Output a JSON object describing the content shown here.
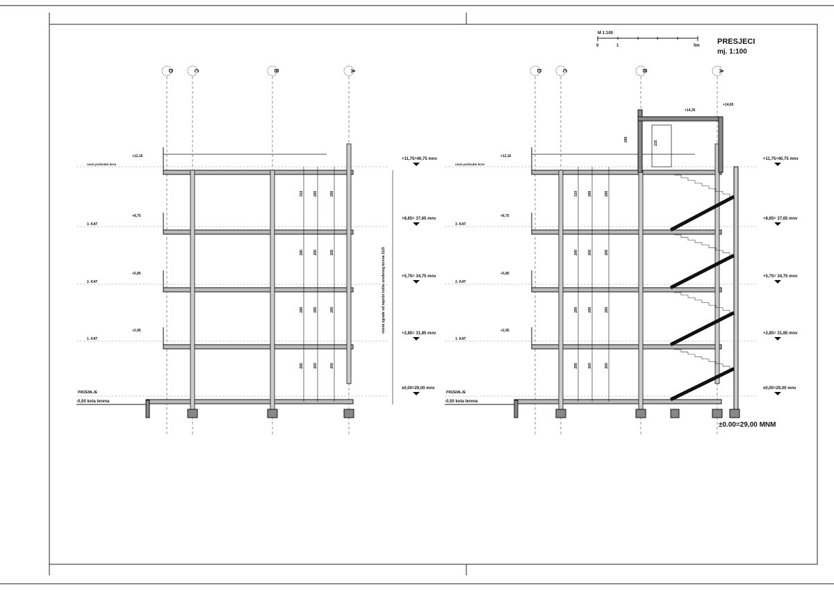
{
  "title": {
    "name": "PRESJECI",
    "scale": "mj. 1:100"
  },
  "scale_bar": {
    "label": "M 1:100",
    "ticks": [
      "0",
      "1",
      "5m"
    ]
  },
  "axes": [
    "D",
    "C",
    "B",
    "A"
  ],
  "levels": [
    {
      "name": "ravni prohodni krov",
      "elev": "+11,75=40,75 mnv",
      "parapet": "+12,16"
    },
    {
      "name": "3. KAT",
      "elev": "+8,65= 37,65 mnv",
      "parapet": "+8,75"
    },
    {
      "name": "2. KAT",
      "elev": "+5,75= 34,75 mnv",
      "parapet": "+5,85"
    },
    {
      "name": "1.  KAT",
      "elev": "+2,85= 31,85 mnv",
      "parapet": "+2,95"
    },
    {
      "name": "PRIZEMLJE",
      "elev": "±0,00=29,00 mnv",
      "parapet": ""
    }
  ],
  "terrain": "-0,50  kota terena",
  "storey_dims": [
    "310",
    "290",
    "290",
    "285"
  ],
  "inner_dims": [
    "295",
    "265",
    "265",
    "260"
  ],
  "stair_tower": {
    "top": "+14,65",
    "mid": "+14,35",
    "dim": "290",
    "door": "215"
  },
  "reference": "±0.00=29,00 MNM",
  "building_height_note": "visina zgrade od najniže točke uređenog terena 1115"
}
